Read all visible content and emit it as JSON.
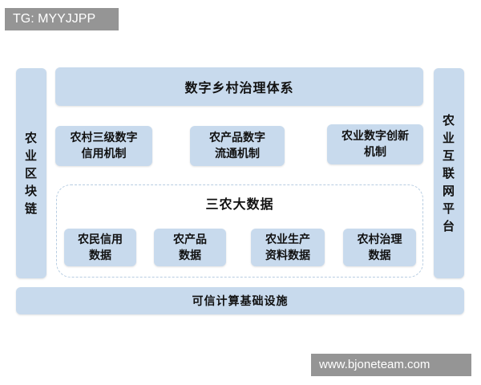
{
  "watermark_top": "TG: MYYJJPP",
  "watermark_bottom": "www.bjoneteam.com",
  "left_pillar": [
    "农",
    "业",
    "区",
    "块",
    "链"
  ],
  "right_pillar": [
    "农",
    "业",
    "互",
    "联",
    "网",
    "平",
    "台"
  ],
  "top_title": "数字乡村治理体系",
  "mechanisms": [
    {
      "line1": "农村三级数字",
      "line2": "信用机制"
    },
    {
      "line1": "农产品数字",
      "line2": "流通机制"
    },
    {
      "line1": "农业数字创新",
      "line2": "机制"
    }
  ],
  "big_data_title": "三农大数据",
  "data_items": [
    {
      "line1": "农民信用",
      "line2": "数据"
    },
    {
      "line1": "农产品",
      "line2": "数据"
    },
    {
      "line1": "农业生产",
      "line2": "资料数据"
    },
    {
      "line1": "农村治理",
      "line2": "数据"
    }
  ],
  "foundation": "可信计算基础设施",
  "colors": {
    "box_fill": "#c8daed",
    "dashed_border": "#b8cde2",
    "text": "#111111"
  }
}
